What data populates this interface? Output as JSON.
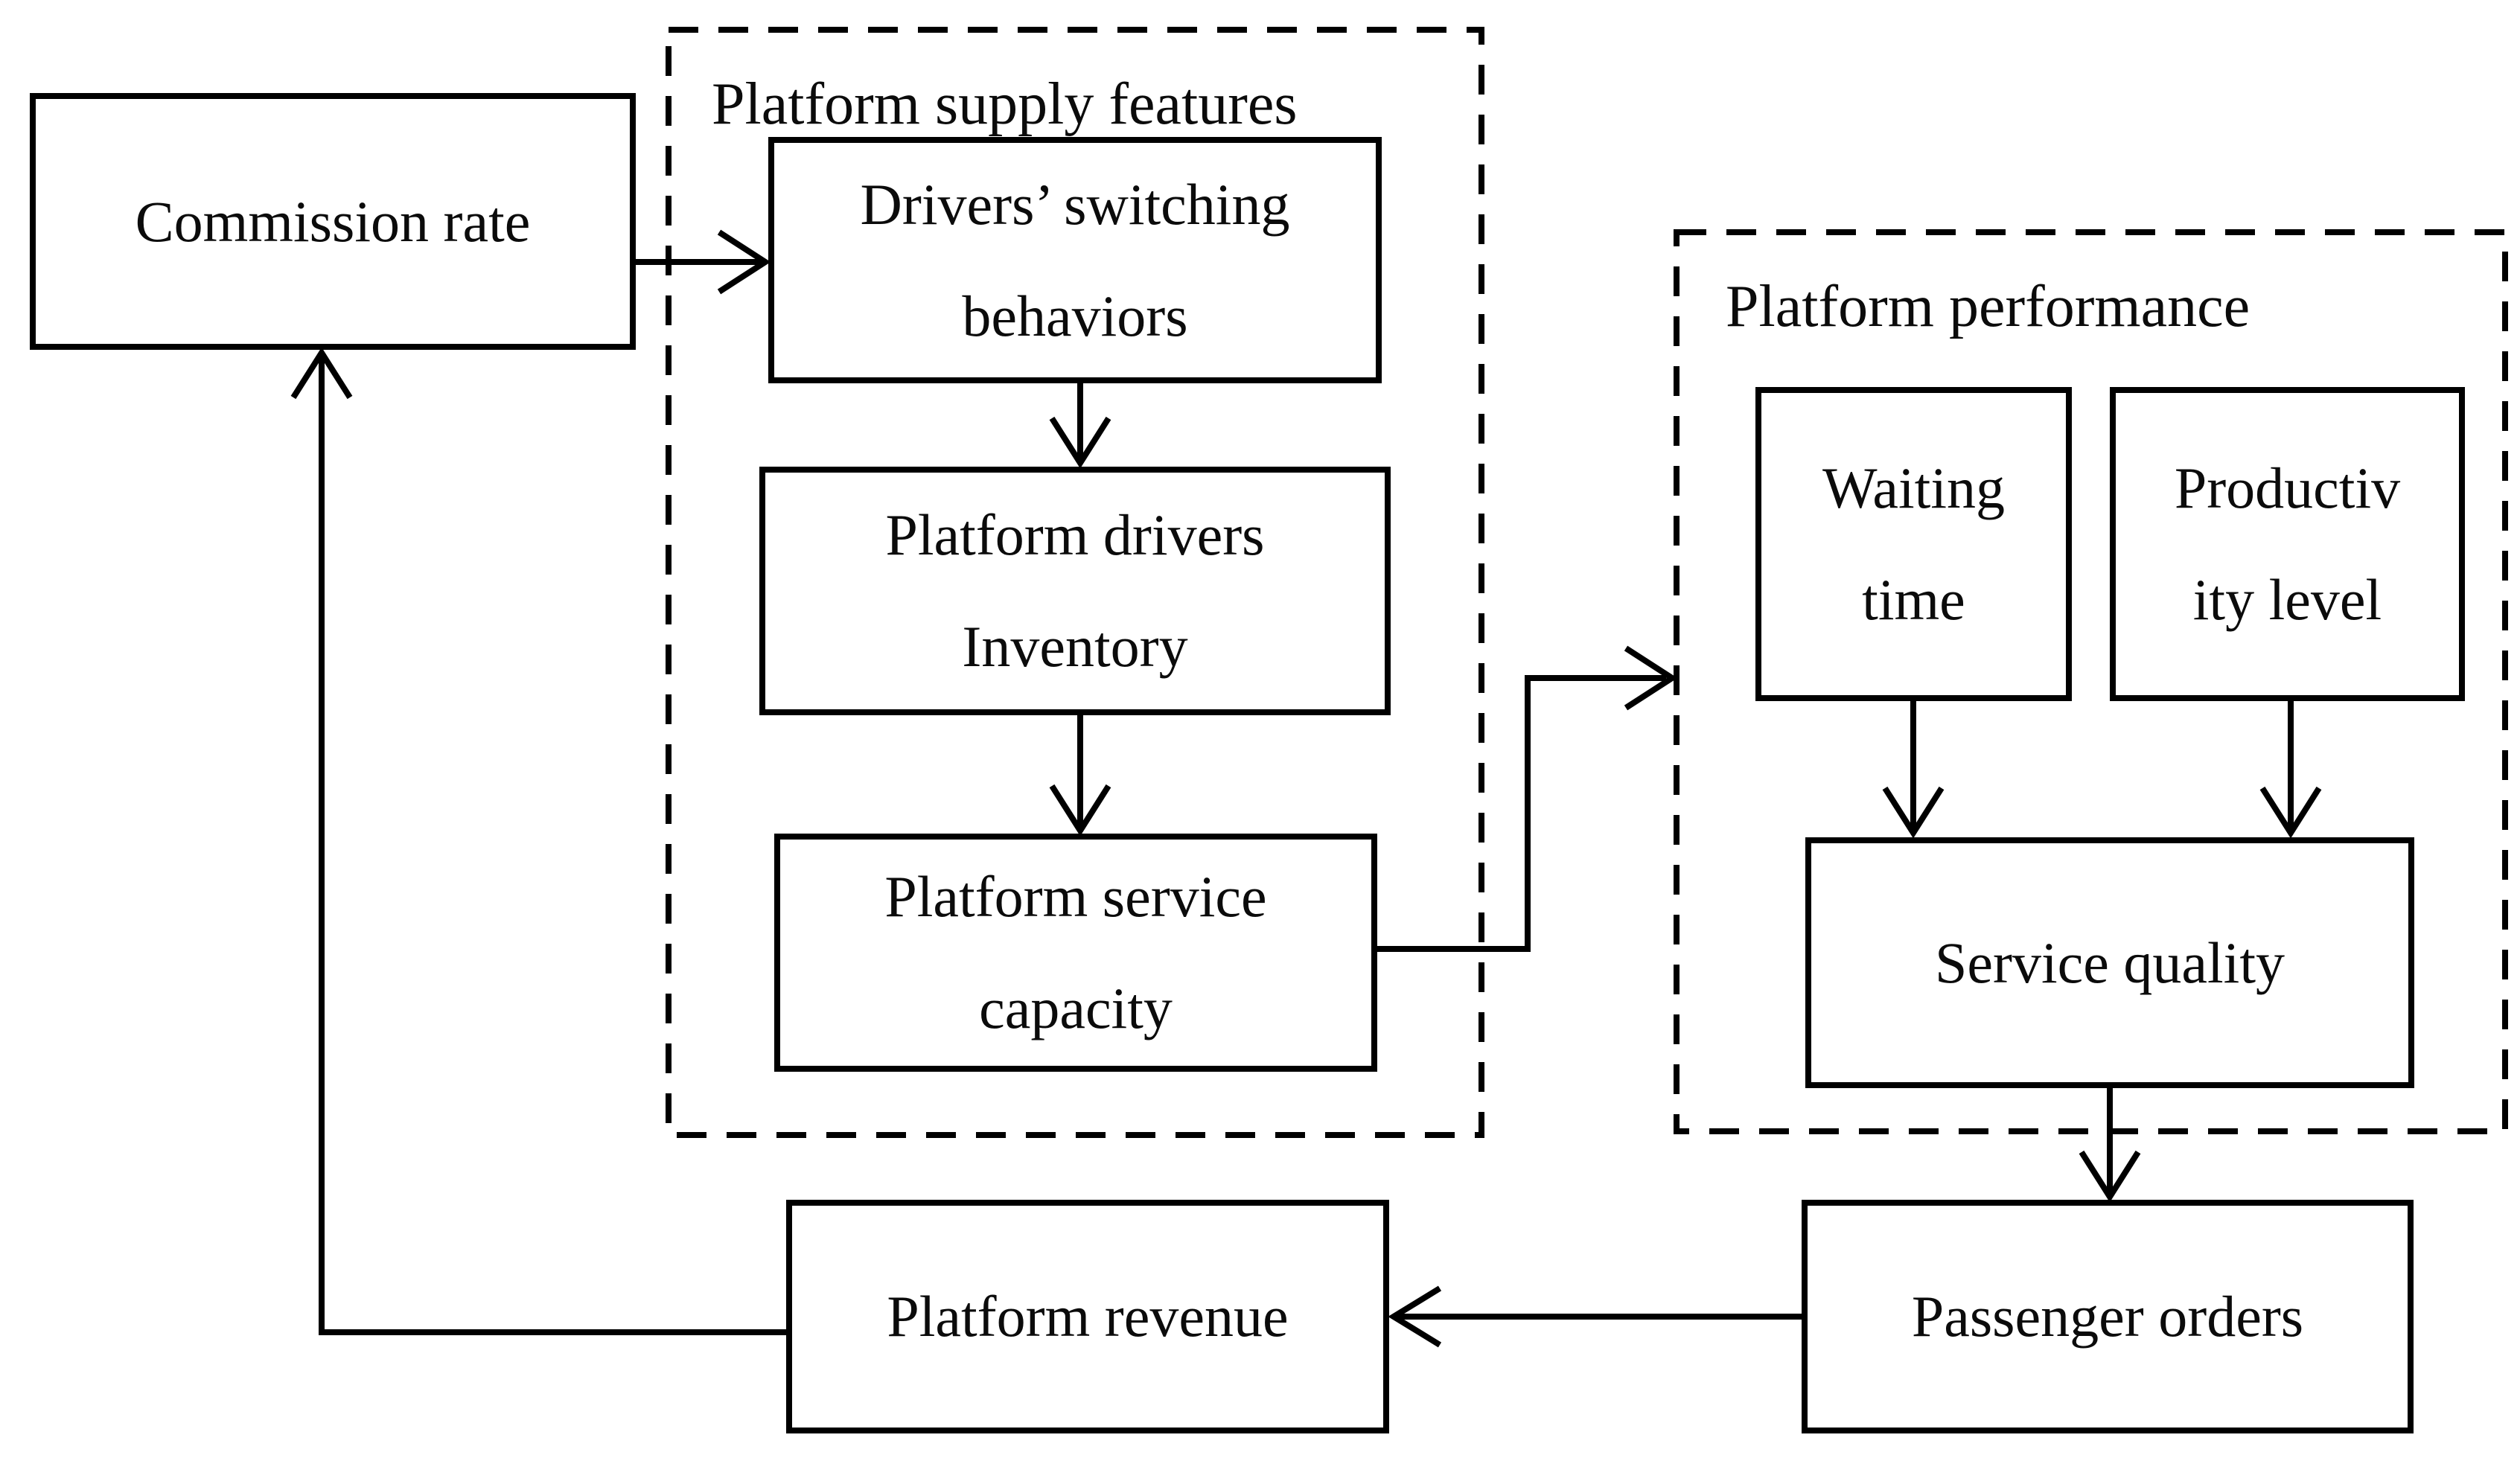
{
  "figure": {
    "type": "flow-diagram",
    "background": "#ffffff",
    "line_color": "#000000",
    "text_color": "#0b0b0b"
  },
  "containers": {
    "supply": {
      "label": "Platform supply features"
    },
    "performance": {
      "label": "Platform performance"
    }
  },
  "nodes": {
    "commission": {
      "label": "Commission rate"
    },
    "drivers": {
      "label": "Drivers’ switching\nbehaviors"
    },
    "inventory": {
      "label": "Platform drivers\nInventory"
    },
    "capacity": {
      "label": "Platform service\ncapacity"
    },
    "waiting": {
      "label": "Waiting\ntime"
    },
    "productivity": {
      "label": "Productiv\nity level"
    },
    "service": {
      "label": "Service quality"
    },
    "passenger": {
      "label": "Passenger orders"
    },
    "revenue": {
      "label": "Platform revenue"
    }
  },
  "edges": [
    {
      "from": "commission",
      "to": "drivers"
    },
    {
      "from": "drivers",
      "to": "inventory"
    },
    {
      "from": "inventory",
      "to": "capacity"
    },
    {
      "from": "capacity",
      "to": "performance-container"
    },
    {
      "from": "waiting",
      "to": "service"
    },
    {
      "from": "productivity",
      "to": "service"
    },
    {
      "from": "service",
      "to": "passenger"
    },
    {
      "from": "passenger",
      "to": "revenue"
    },
    {
      "from": "revenue",
      "to": "commission"
    }
  ]
}
